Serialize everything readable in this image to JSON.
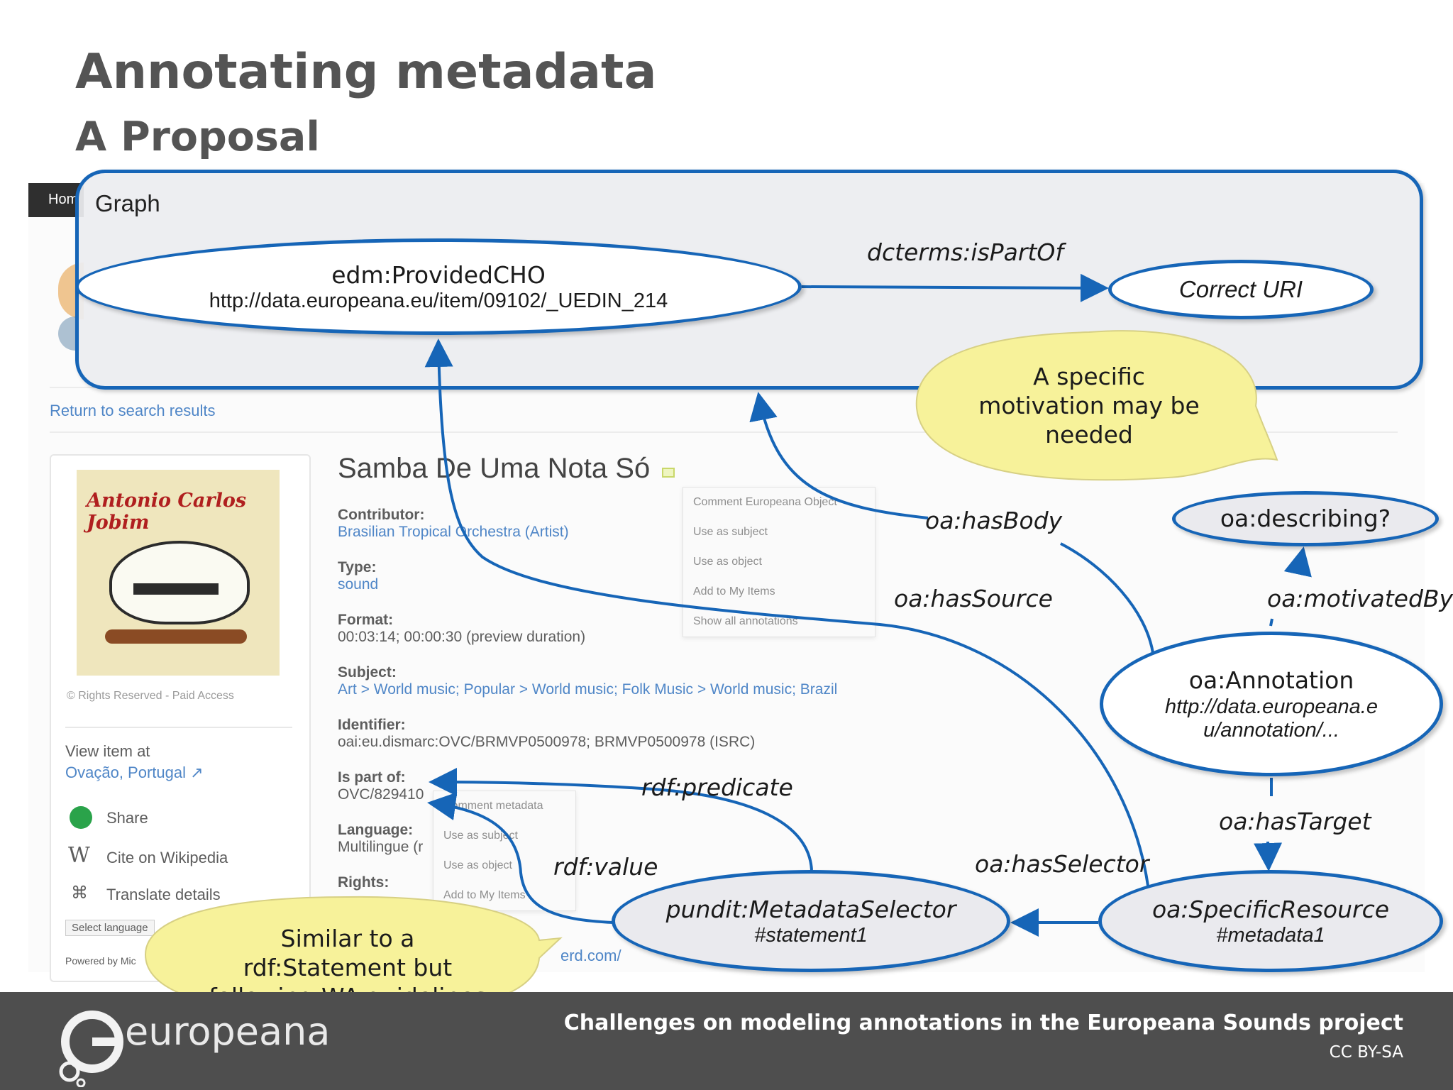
{
  "slide": {
    "title": "Annotating metadata",
    "subtitle": "A Proposal"
  },
  "background_page": {
    "home_tab": "Hom",
    "return_link": "Return to search results",
    "item_title": "Samba De Uma Nota Só",
    "cover_artist": "Antonio Carlos Jobim",
    "rights": "Rights Reserved - Paid Access",
    "view_item_at": "View item at",
    "provider": "Ovação, Portugal",
    "share": "Share",
    "cite_wikipedia": "Cite on Wikipedia",
    "translate_details": "Translate details",
    "select_language": "Select language",
    "powered_by": "Powered by Mic",
    "fields": [
      {
        "label": "Contributor:",
        "value": "Brasilian Tropical Orchestra (Artist)",
        "link": true
      },
      {
        "label": "Type:",
        "value": "sound",
        "link": true
      },
      {
        "label": "Format:",
        "value": "00:03:14; 00:00:30 (preview duration)",
        "link": false
      },
      {
        "label": "Subject:",
        "value": "Art > World music; Popular > World music; Folk Music > World music; Brazil",
        "link": true
      },
      {
        "label": "Identifier:",
        "value": "oai:eu.dismarc:OVC/BRMVP0500978; BRMVP0500978 (ISRC)",
        "link": false
      },
      {
        "label": "Is part of:",
        "value": "OVC/829410",
        "link": false
      },
      {
        "label": "Language:",
        "value": "Multilingue (r",
        "link": false
      },
      {
        "label": "Rights:",
        "value": "",
        "link": false
      }
    ],
    "menu_top": [
      "Comment Europeana Object",
      "Use as subject",
      "Use as object",
      "Add to My Items",
      "Show all annotations"
    ],
    "menu_bottom": [
      "Comment metadata",
      "Use as subject",
      "Use as object",
      "Add to My Items"
    ],
    "url_fragment": "erd.com/"
  },
  "graph": {
    "label": "Graph",
    "cho": {
      "type": "edm:ProvidedCHO",
      "uri": "http://data.europeana.eu/item/09102/_UEDIN_214"
    },
    "correct_uri": "Correct URI",
    "ispartof": "dcterms:isPartOf"
  },
  "nodes": {
    "describing": "oa:describing?",
    "annotation": {
      "type": "oa:Annotation",
      "uri_line1": "http://data.europeana.e",
      "uri_line2": "u/annotation/..."
    },
    "specific_resource": {
      "type": "oa:SpecificResource",
      "id": "#metadata1"
    },
    "metadata_selector": {
      "type": "pundit:MetadataSelector",
      "id": "#statement1"
    }
  },
  "edges": {
    "has_body": "oa:hasBody",
    "has_source": "oa:hasSource",
    "motivated_by": "oa:motivatedBy",
    "has_target": "oa:hasTarget",
    "has_selector": "oa:hasSelector",
    "rdf_predicate": "rdf:predicate",
    "rdf_value": "rdf:value"
  },
  "callouts": {
    "motivation": [
      "A specific",
      "motivation may be",
      "needed"
    ],
    "statement": [
      "Similar to a",
      "rdf:Statement but",
      "following WA guidelines"
    ]
  },
  "footer": {
    "project_title": "Challenges on modeling annotations in the Europeana Sounds project",
    "license": "CC BY-SA",
    "logo": "europeana"
  },
  "colors": {
    "accent_blue": "#1665b7",
    "callout_yellow": "#f7f29a",
    "footer_grey": "#4e4e4e",
    "title_grey": "#545454"
  }
}
